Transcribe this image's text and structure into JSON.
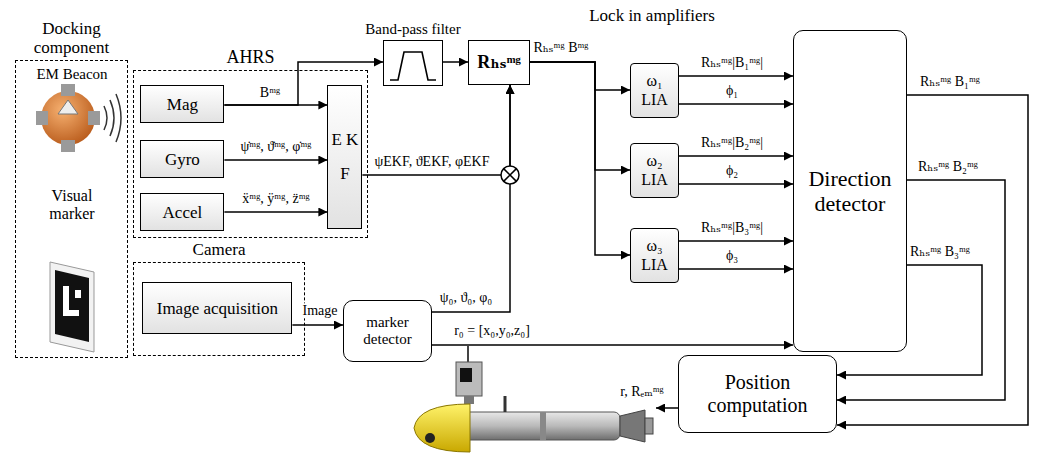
{
  "diagram": {
    "nodes": [
      {
        "text": [
          "Docking component"
        ]
      },
      {
        "text": [
          "AHRS"
        ]
      },
      {
        "text": [
          "Mag"
        ],
        "in": 1
      },
      {
        "text": [
          "Gyro"
        ],
        "in": 1
      },
      {
        "text": [
          "Accel"
        ],
        "in": 1
      },
      {
        "text": [
          "E K F"
        ],
        "in": 1
      },
      {
        "text": [
          "Camera"
        ]
      },
      {
        "text": [
          "Image acquisition"
        ],
        "in": 6
      },
      {
        "text": [
          "Band-pass filter"
        ]
      },
      {
        "text": [
          "Rₕₛᵐᵍ"
        ]
      },
      {
        "text": [
          "marker detector"
        ]
      },
      {
        "text": [
          "ω₁ LIA"
        ]
      },
      {
        "text": [
          "ω₂ LIA"
        ]
      },
      {
        "text": [
          "ω₃ LIA"
        ]
      },
      {
        "text": [
          "Direction detector"
        ]
      },
      {
        "text": [
          "Position computation"
        ]
      }
    ],
    "edges": [
      {
        "from": 2,
        "to": 5,
        "arrow": "to",
        "label": "Bᵐᵍ"
      },
      {
        "from": 2,
        "to": 8,
        "arrow": "to"
      },
      {
        "from": 3,
        "to": 5,
        "arrow": "to",
        "label": "ψ̇ᵐᵍ, ϑ̇ᵐᵍ, φ̇ᵐᵍ"
      },
      {
        "from": 4,
        "to": 5,
        "arrow": "to",
        "label": "ẍᵐᵍ, ÿᵐᵍ, z̈ᵐᵍ"
      },
      {
        "from": 5,
        "to": 9,
        "arrow": "to",
        "label": "ψEKF, ϑEKF, φEKF"
      },
      {
        "from": 7,
        "to": 10,
        "arrow": "to",
        "label": "Image"
      },
      {
        "from": 10,
        "to": 9,
        "arrow": "to",
        "label": "ψ₀, ϑ₀, φ₀"
      },
      {
        "from": 10,
        "to": 14,
        "arrow": "to",
        "label": "r₀ = [x₀,y₀,z₀]"
      },
      {
        "from": 8,
        "to": 9,
        "arrow": "to"
      },
      {
        "from": 9,
        "to": 11,
        "arrow": "to",
        "label": "Rₕₛᵐᵍ Bᵐᵍ"
      },
      {
        "from": 9,
        "to": 12,
        "arrow": "to"
      },
      {
        "from": 9,
        "to": 13,
        "arrow": "to"
      },
      {
        "from": 11,
        "to": 14,
        "arrow": "to",
        "label": "Rₕₛᵐᵍ|B₁ᵐᵍ|"
      },
      {
        "from": 11,
        "to": 14,
        "arrow": "to",
        "label": "ϕ₁"
      },
      {
        "from": 12,
        "to": 14,
        "arrow": "to",
        "label": "Rₕₛᵐᵍ|B₂ᵐᵍ|"
      },
      {
        "from": 12,
        "to": 14,
        "arrow": "to",
        "label": "ϕ₂"
      },
      {
        "from": 13,
        "to": 14,
        "arrow": "to",
        "label": "Rₕₛᵐᵍ|B₃ᵐᵍ|"
      },
      {
        "from": 13,
        "to": 14,
        "arrow": "to",
        "label": "ϕ₃"
      },
      {
        "from": 14,
        "to": 15,
        "arrow": "to",
        "label": "Rₕₛᵐᵍ B₁ᵐᵍ"
      },
      {
        "from": 14,
        "to": 15,
        "arrow": "to",
        "label": "Rₕₛᵐᵍ B₂ᵐᵍ"
      },
      {
        "from": 14,
        "to": 15,
        "arrow": "to",
        "label": "Rₕₛᵐᵍ B₃ᵐᵍ"
      }
    ],
    "labels": [
      "EM Beacon",
      "Visual marker",
      "Lock in amplifiers",
      "r, Rₑₘᵐᵍ"
    ]
  }
}
